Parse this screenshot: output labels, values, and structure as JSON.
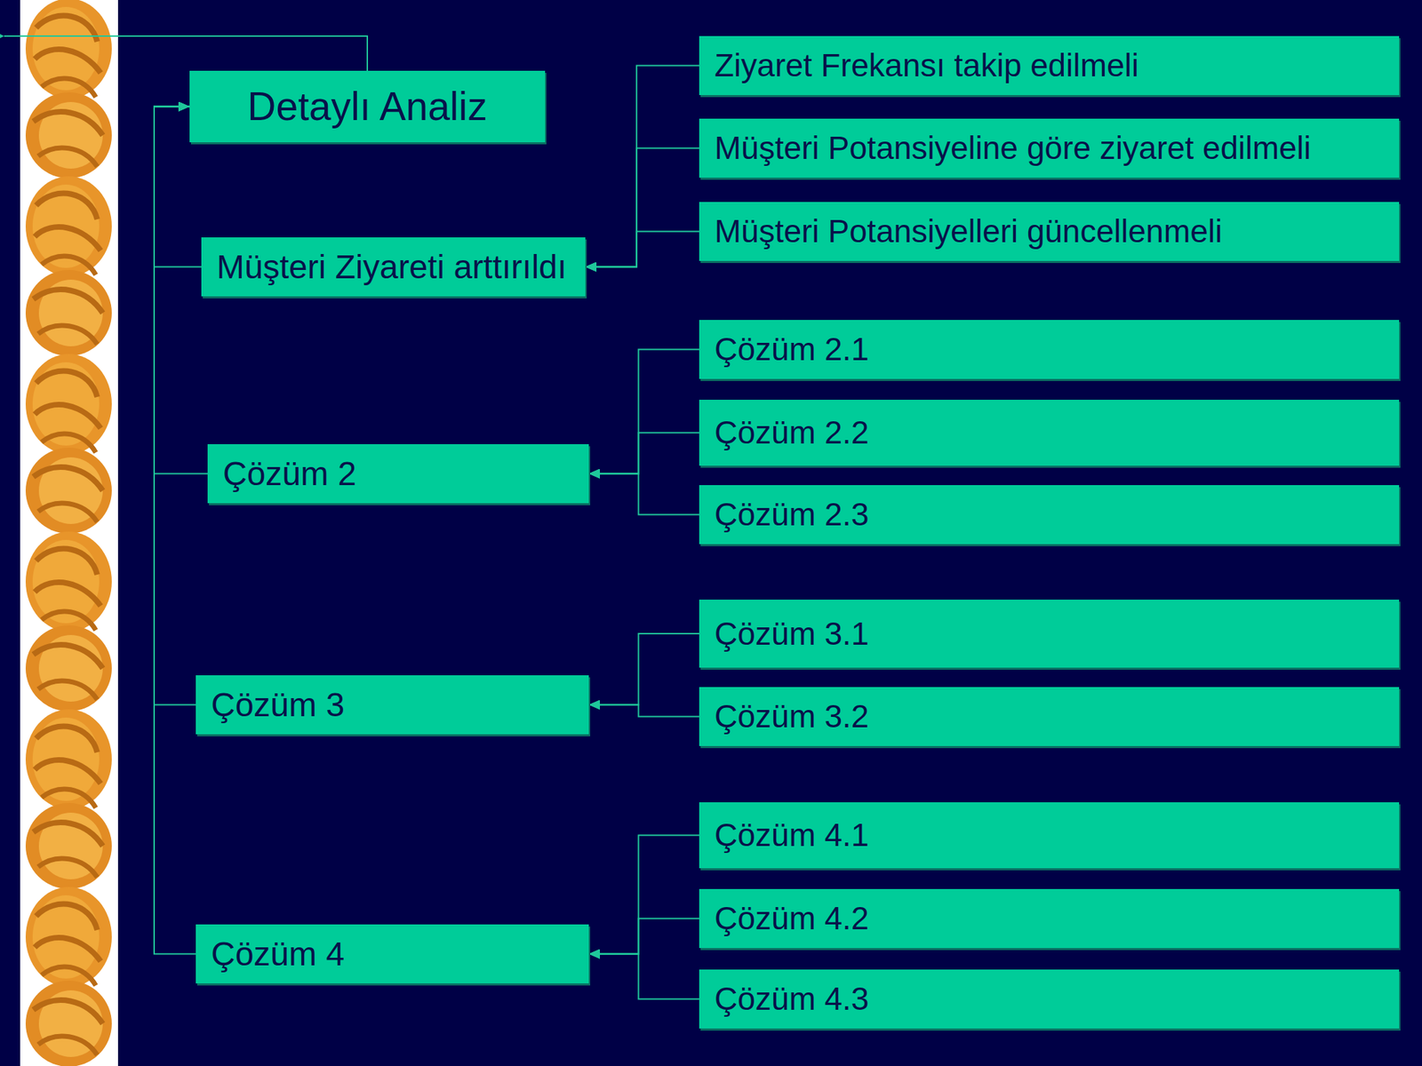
{
  "diagram": {
    "nodes": [
      {
        "text": [
          "Detaylı Analiz"
        ]
      },
      {
        "text": [
          "Müşteri Ziyareti arttırıldı"
        ]
      },
      {
        "text": [
          "Ziyaret Frekansı takip edilmeli"
        ]
      },
      {
        "text": [
          "Müşteri Potansiyeline göre ziyaret edilmeli"
        ]
      },
      {
        "text": [
          "Müşteri Potansiyelleri güncellenmeli"
        ]
      },
      {
        "text": [
          "Çözüm 2"
        ]
      },
      {
        "text": [
          "Çözüm 2.1"
        ]
      },
      {
        "text": [
          "Çözüm 2.2"
        ]
      },
      {
        "text": [
          "Çözüm 2.3"
        ]
      },
      {
        "text": [
          "Çözüm 3"
        ]
      },
      {
        "text": [
          "Çözüm 3.1"
        ]
      },
      {
        "text": [
          "Çözüm 3.2"
        ]
      },
      {
        "text": [
          "Çözüm 4"
        ]
      },
      {
        "text": [
          "Çözüm 4.1"
        ]
      },
      {
        "text": [
          "Çözüm 4.2"
        ]
      },
      {
        "text": [
          "Çözüm 4.3"
        ]
      }
    ],
    "edges": [
      {
        "from": 1,
        "to": 0,
        "arrow": "to"
      },
      {
        "from": 5,
        "to": 0,
        "arrow": "to"
      },
      {
        "from": 9,
        "to": 0,
        "arrow": "to"
      },
      {
        "from": 12,
        "to": 0,
        "arrow": "to"
      },
      {
        "from": 2,
        "to": 1,
        "arrow": "to"
      },
      {
        "from": 3,
        "to": 1,
        "arrow": "to"
      },
      {
        "from": 4,
        "to": 1,
        "arrow": "to"
      },
      {
        "from": 6,
        "to": 5,
        "arrow": "to"
      },
      {
        "from": 7,
        "to": 5,
        "arrow": "to"
      },
      {
        "from": 8,
        "to": 5,
        "arrow": "to"
      },
      {
        "from": 10,
        "to": 9,
        "arrow": "to"
      },
      {
        "from": 11,
        "to": 9,
        "arrow": "to"
      },
      {
        "from": 13,
        "to": 12,
        "arrow": "to"
      },
      {
        "from": 14,
        "to": 12,
        "arrow": "to"
      },
      {
        "from": 15,
        "to": 12,
        "arrow": "to"
      }
    ]
  }
}
